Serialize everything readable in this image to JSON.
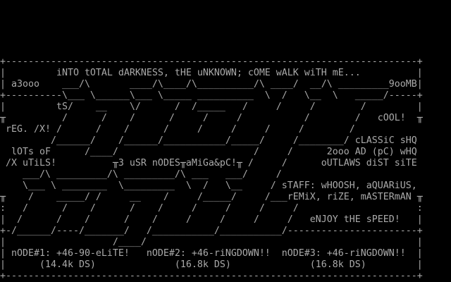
{
  "screen": {
    "colors": {
      "background": "#000000",
      "text": "#aaaaaa"
    },
    "lines": [
      "+-------------------------------------------------------------------------+",
      "|         iNTO tOTAL dARKNESS, tHE uNKNOWN; cOME wALK wiTH mE...          |",
      "| a3ooo    ___/\\       ____/\\____/\\__________/\\ ____/  __/\\ _________9ooMB|",
      "+----------\\___ \\______\\___ \\_____ __________  \\  /   \\__  \\   _____/-----+",
      "|         tS/    __    \\/      /  /_____   /     /     /        /         |",
      "╥          /      /    /      /     /     /           /        /   cOOL!  ╥",
      " rEG. /X! /      /    /      /     /     /     /     /        /",
      "         /______/    /______/___________/_____/     /________/ cLASSiC sHQ",
      "  lOTs oF      /____/                        /     /      2ooo AD (pC) wHQ",
      " /X uTiLS!          ╥3 uSR nODES╥aMiGa&pC!╥ /     /      oUTLAWS diST siTE",
      "    ___/\\ _________/\\ _________/\\ ___   ___/     /",
      "    \\___ \\ ________  \\_________  \\  /   \\__     / sTAFF: wHOOSH, aQUARiUS,",
      "╥    /    _____/ /     __    /     /_____/     /___rEMiX, riZE, mASTERmAN ╥",
      ":   /      /    /      /    /     /     /     /     /                     :",
      "|  /      /    /      /    /     /     /     /     /   eNJOY tHE sPEED!   |",
      "+-/______/----/_______/   /___________/___________/-----------------------+",
      "|                   /____/                                                |",
      "| nODE#1: +46-90-eLiTE!   nODE#2: +46-riNGDOWN!!  nODE#3: +46-riNGDOWN!!  |",
      "|      (14.4k DS)              (16.8k DS)              (16.8k DS)         |",
      "+-------------------------------------------------------------------------+"
    ]
  }
}
